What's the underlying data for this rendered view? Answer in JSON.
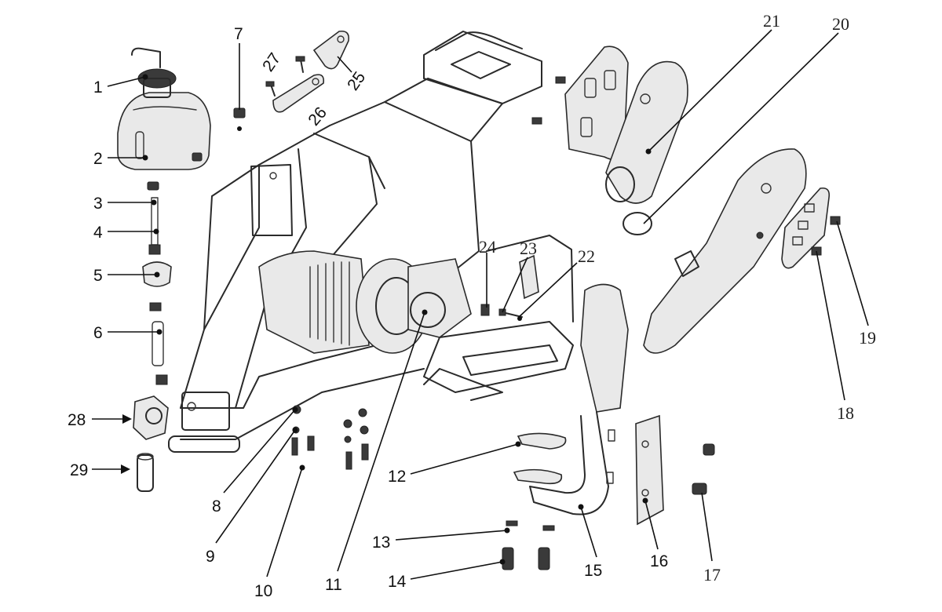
{
  "diagram": {
    "labels": {
      "p1": "1",
      "p2": "2",
      "p3": "3",
      "p4": "4",
      "p5": "5",
      "p6": "6",
      "p7": "7",
      "p8": "8",
      "p9": "9",
      "p10": "10",
      "p11": "11",
      "p12": "12",
      "p13": "13",
      "p14": "14",
      "p15": "15",
      "p16": "16",
      "p17": "17",
      "p18": "18",
      "p19": "19",
      "p20": "20",
      "p21": "21",
      "p22": "22",
      "p23": "23",
      "p24": "24",
      "p25": "25",
      "p26": "26",
      "p27": "27",
      "p28": "28",
      "p29": "29"
    }
  }
}
